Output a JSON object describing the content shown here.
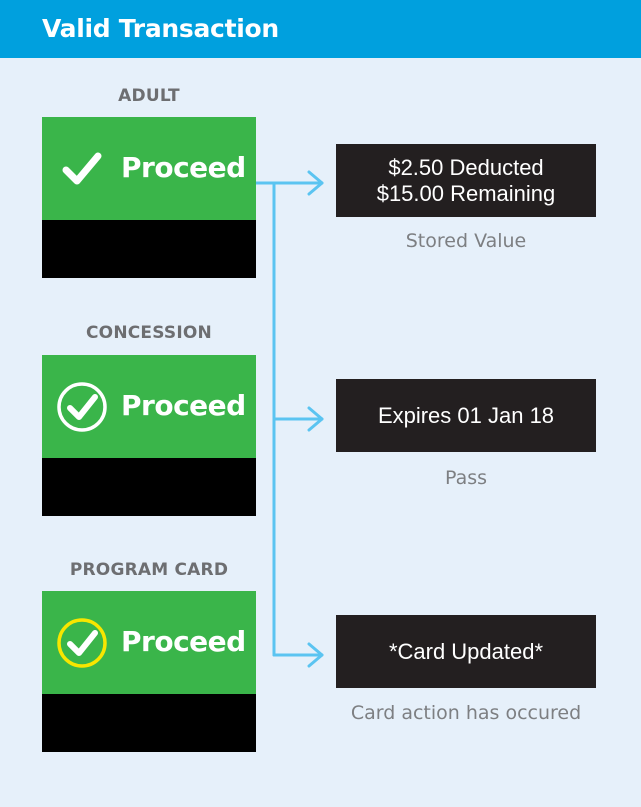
{
  "header": {
    "title": "Valid Transaction"
  },
  "cards": [
    {
      "label": "ADULT",
      "status": "Proceed",
      "check_style": "plain"
    },
    {
      "label": "CONCESSION",
      "status": "Proceed",
      "check_style": "circle-white"
    },
    {
      "label": "PROGRAM CARD",
      "status": "Proceed",
      "check_style": "circle-yellow"
    }
  ],
  "results": [
    {
      "lines": [
        "$2.50 Deducted",
        "$15.00 Remaining"
      ],
      "caption": "Stored Value"
    },
    {
      "lines": [
        "Expires 01 Jan 18"
      ],
      "caption": "Pass"
    },
    {
      "lines": [
        "*Card Updated*"
      ],
      "caption": "Card action has occured"
    }
  ],
  "colors": {
    "header": "#00a0de",
    "background": "#e6f0fa",
    "screen_green": "#3ab54a",
    "screen_black": "#000000",
    "result_box": "#231f20",
    "connector": "#5bc4f1",
    "check_yellow": "#f7e600"
  }
}
